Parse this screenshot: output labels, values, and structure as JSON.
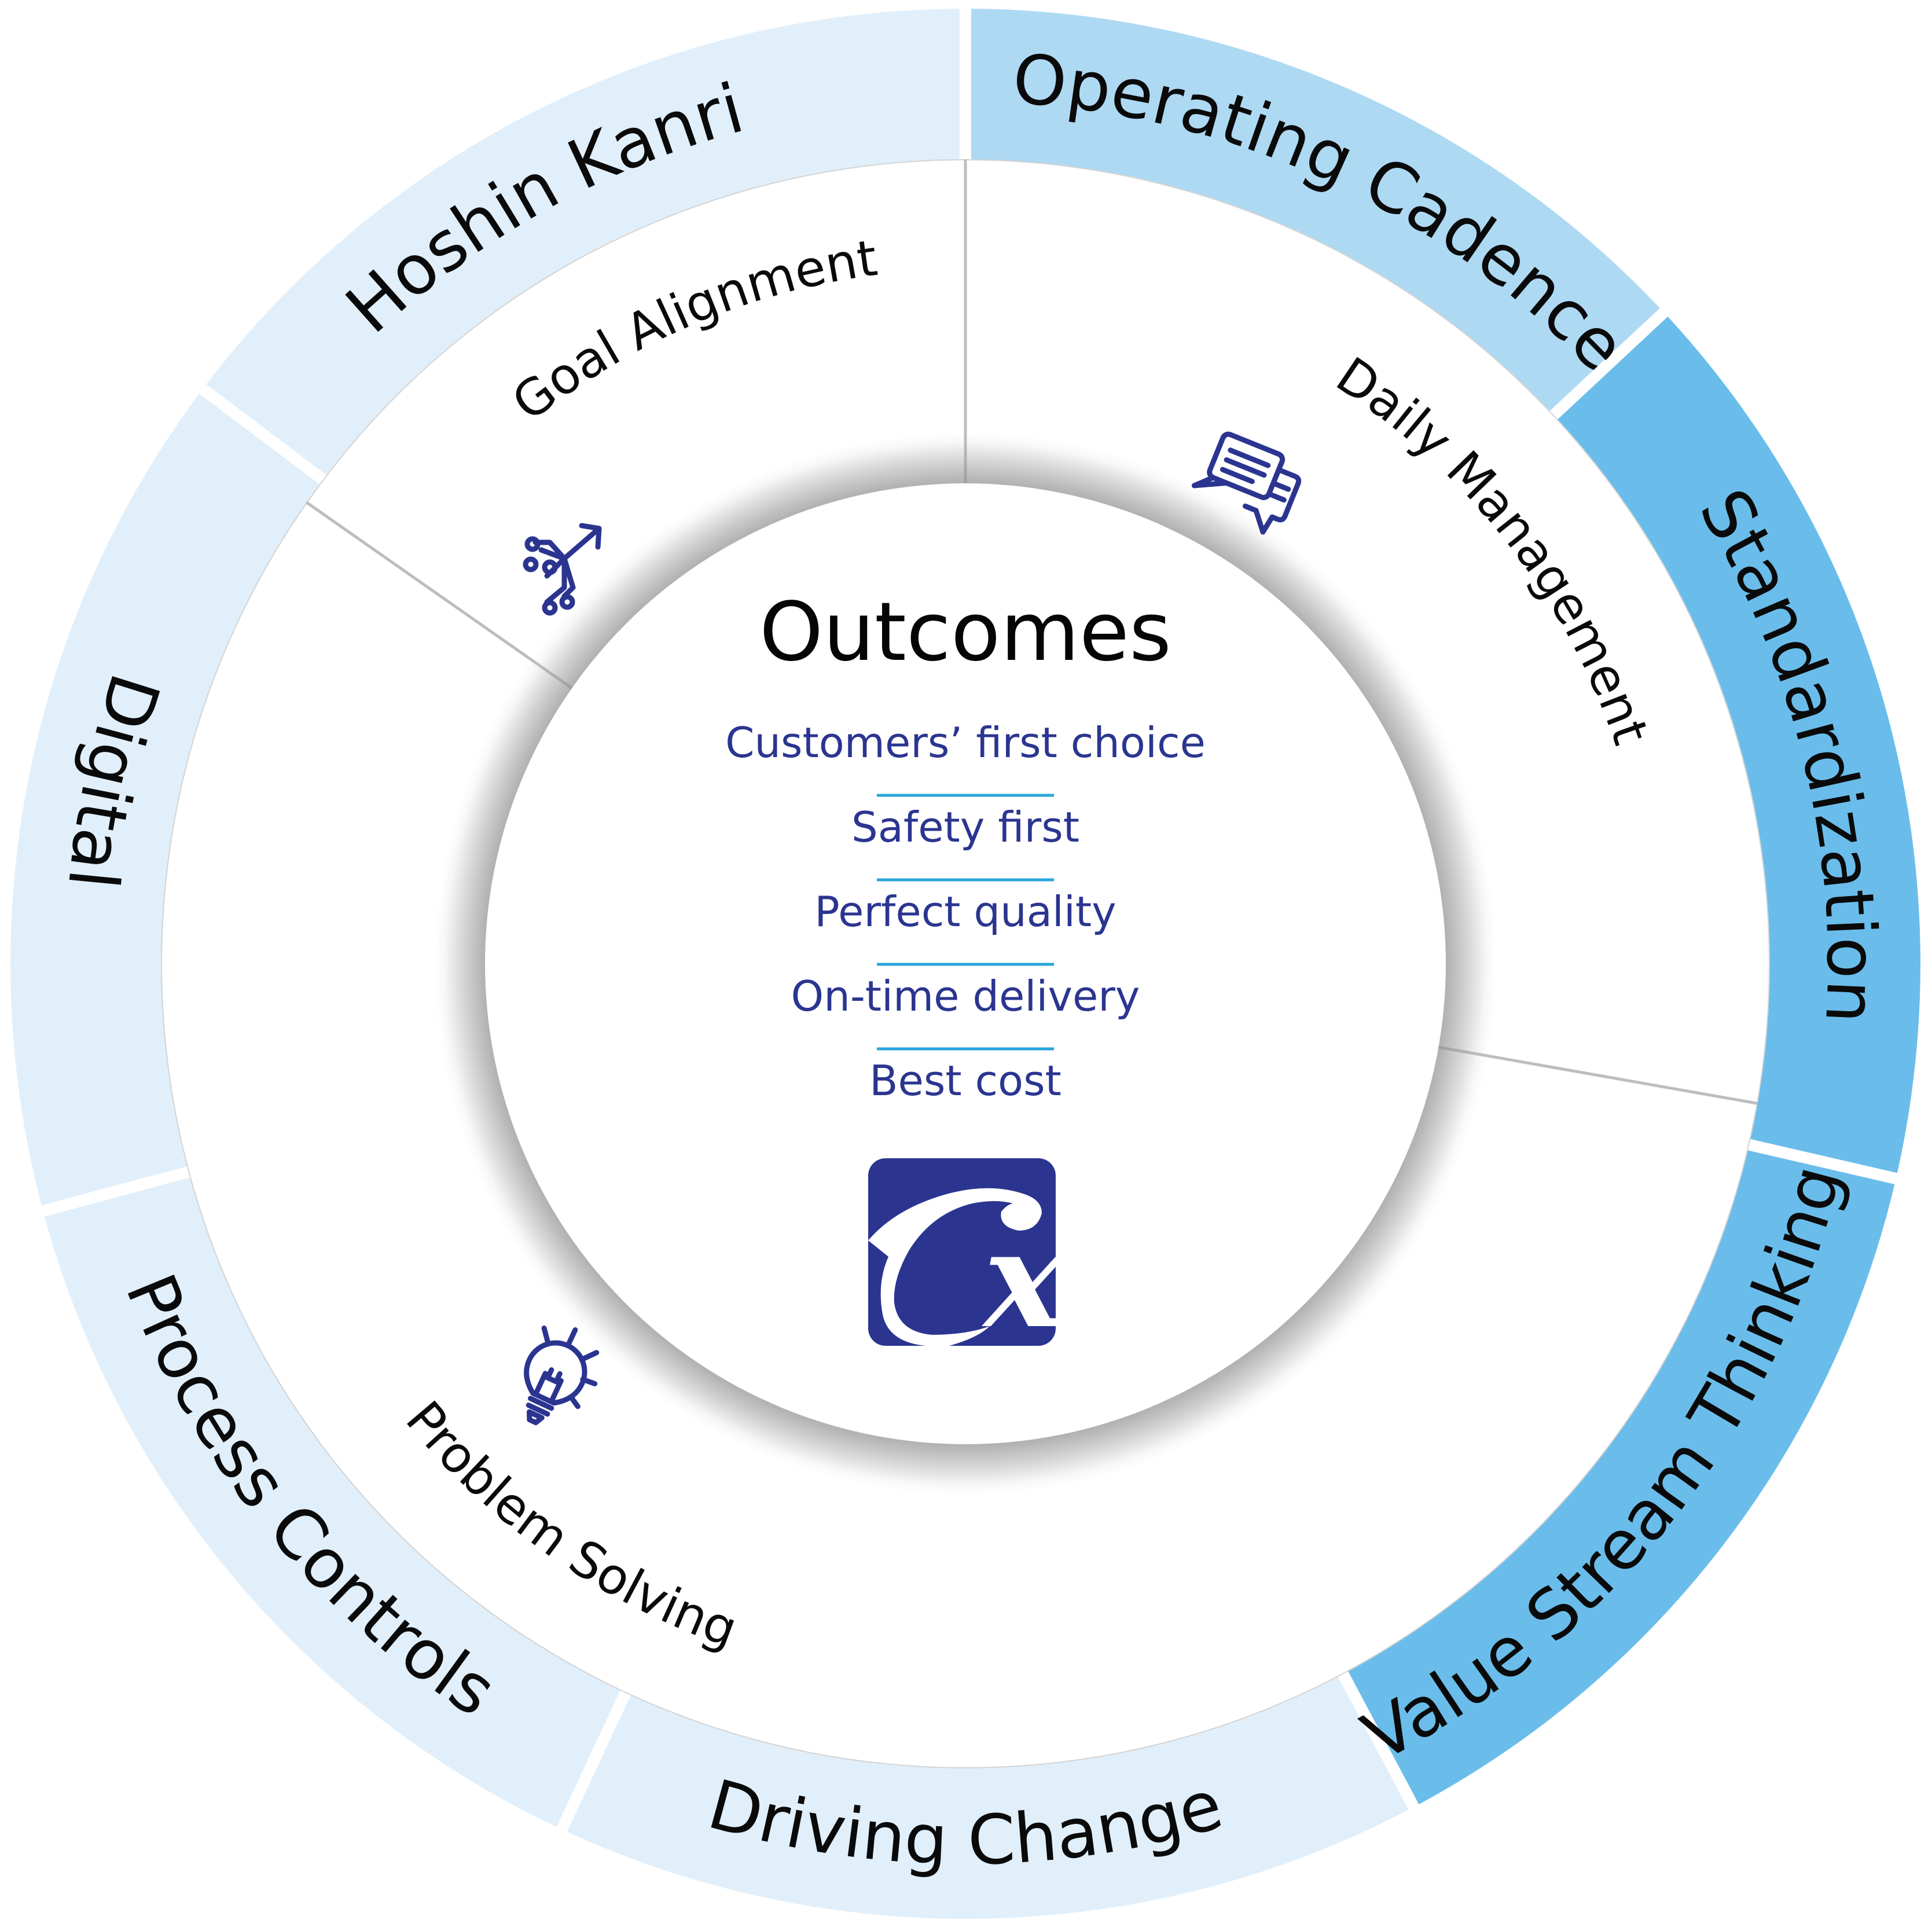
{
  "title": "Outcomes",
  "colors": {
    "dark_segment": "#6ABDEA",
    "mid_segment": "#AED9F3",
    "light_segment": "#E1EFFA",
    "middle_ring": "#FFFFFF",
    "outcome_text": "#2B3590",
    "separator": "#27A6DC",
    "logo": "#2B3590"
  },
  "outer_ring": [
    {
      "label": "Hoshin Kanri",
      "shade": "mid"
    },
    {
      "label": "Operating Cadence",
      "shade": "dark"
    },
    {
      "label": "Standardization",
      "shade": "dark"
    },
    {
      "label": "Value Stream Thinking",
      "shade": "light"
    },
    {
      "label": "Driving Change",
      "shade": "light"
    },
    {
      "label": "Process Controls",
      "shade": "light"
    },
    {
      "label": "Digital",
      "shade": "light"
    }
  ],
  "middle_ring": [
    {
      "label": "Goal Alignment",
      "icon": "goal-alignment-network-arrow-icon"
    },
    {
      "label": "Daily Management",
      "icon": "chat-bubbles-icon"
    },
    {
      "label": "Problem Solving",
      "icon": "lightbulb-icon"
    }
  ],
  "outcomes": [
    "Customers’ first choice",
    "Safety first",
    "Perfect quality",
    "On-time delivery",
    "Best cost"
  ],
  "logo": {
    "name": "cx-logo",
    "letter": "x"
  }
}
